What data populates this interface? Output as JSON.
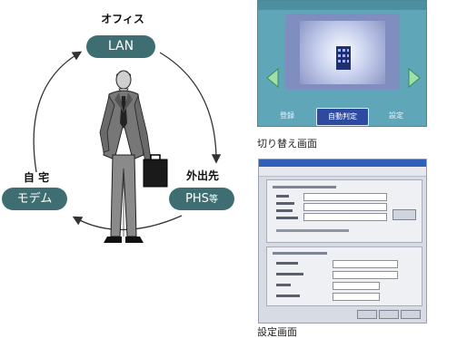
{
  "diagram": {
    "office_label": "オフィス",
    "office_conn": "LAN",
    "home_label": "自 宅",
    "home_conn": "モデム",
    "away_label": "外出先",
    "away_conn_main": "PHS",
    "away_conn_suffix": "等"
  },
  "screens": {
    "switch_caption": "切り替え画面",
    "settings_caption": "設定画面",
    "switch_buttons": [
      "登録",
      "自動判定",
      "設定"
    ]
  },
  "colors": {
    "pill": "#3f6e72",
    "switch_bg": "#5fa7b8",
    "settings_bg": "#d7dbe3",
    "title_bar": "#2f5fb8"
  }
}
